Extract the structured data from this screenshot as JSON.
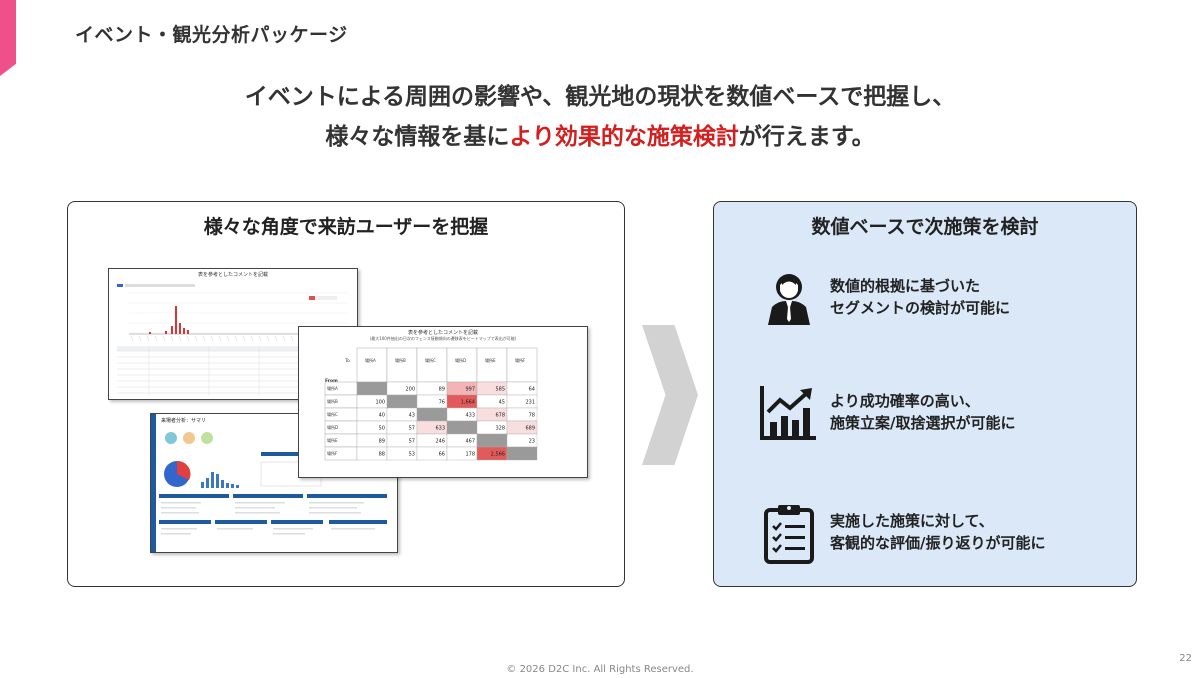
{
  "header": {
    "title": "イベント・観光分析パッケージ"
  },
  "lead": {
    "line1": "イベントによる周囲の影響や、観光地の現状を数値ベースで把握し、",
    "line2_pre": "様々な情報を基に",
    "line2_highlight": "より効果的な施策検討",
    "line2_post": "が行えます。"
  },
  "left_panel": {
    "title": "様々な角度で来訪ユーザーを把握",
    "thumb1_title": "表を参考としたコメントを記載",
    "thumb2_title": "来場者分析：サマリ",
    "thumb3_title": "表を参考としたコメントを記載",
    "thumb3_subtitle": "(最大100件抽出の日次のフェンス接触傾向の遷移表をヒートマップで表出が可能)",
    "matrix": {
      "corner_to": "To",
      "corner_from": "From",
      "cols": [
        "場所A",
        "場所B",
        "場所C",
        "場所D",
        "場所E",
        "場所F"
      ],
      "rows": [
        {
          "label": "場所A",
          "cells": [
            "",
            "200",
            "89",
            "997",
            "585",
            "64"
          ]
        },
        {
          "label": "場所B",
          "cells": [
            "100",
            "",
            "76",
            "1,664",
            "45",
            "231"
          ]
        },
        {
          "label": "場所C",
          "cells": [
            "40",
            "43",
            "",
            "433",
            "678",
            "78"
          ]
        },
        {
          "label": "場所D",
          "cells": [
            "50",
            "57",
            "633",
            "",
            "328",
            "689"
          ]
        },
        {
          "label": "場所E",
          "cells": [
            "89",
            "57",
            "246",
            "467",
            "",
            "23"
          ]
        },
        {
          "label": "場所F",
          "cells": [
            "88",
            "53",
            "66",
            "178",
            "2,566",
            ""
          ]
        }
      ]
    }
  },
  "right_panel": {
    "title": "数値ベースで次施策を検討",
    "features": [
      {
        "icon": "businessman-icon",
        "line1": "数値的根拠に基づいた",
        "line2": "セグメントの検討が可能に"
      },
      {
        "icon": "growth-chart-icon",
        "line1": "より成功確率の高い、",
        "line2": "施策立案/取捨選択が可能に"
      },
      {
        "icon": "clipboard-checklist-icon",
        "line1": "実施した施策に対して、",
        "line2": "客観的な評価/振り返りが可能に"
      }
    ]
  },
  "colors": {
    "accent": "#f0508a",
    "highlight": "#d21f1f",
    "panel_bg": "#dbe8f8",
    "heat": "#e06060"
  },
  "footer": {
    "copyright": "© 2026 D2C Inc. All Rights Reserved.",
    "page": "22"
  }
}
